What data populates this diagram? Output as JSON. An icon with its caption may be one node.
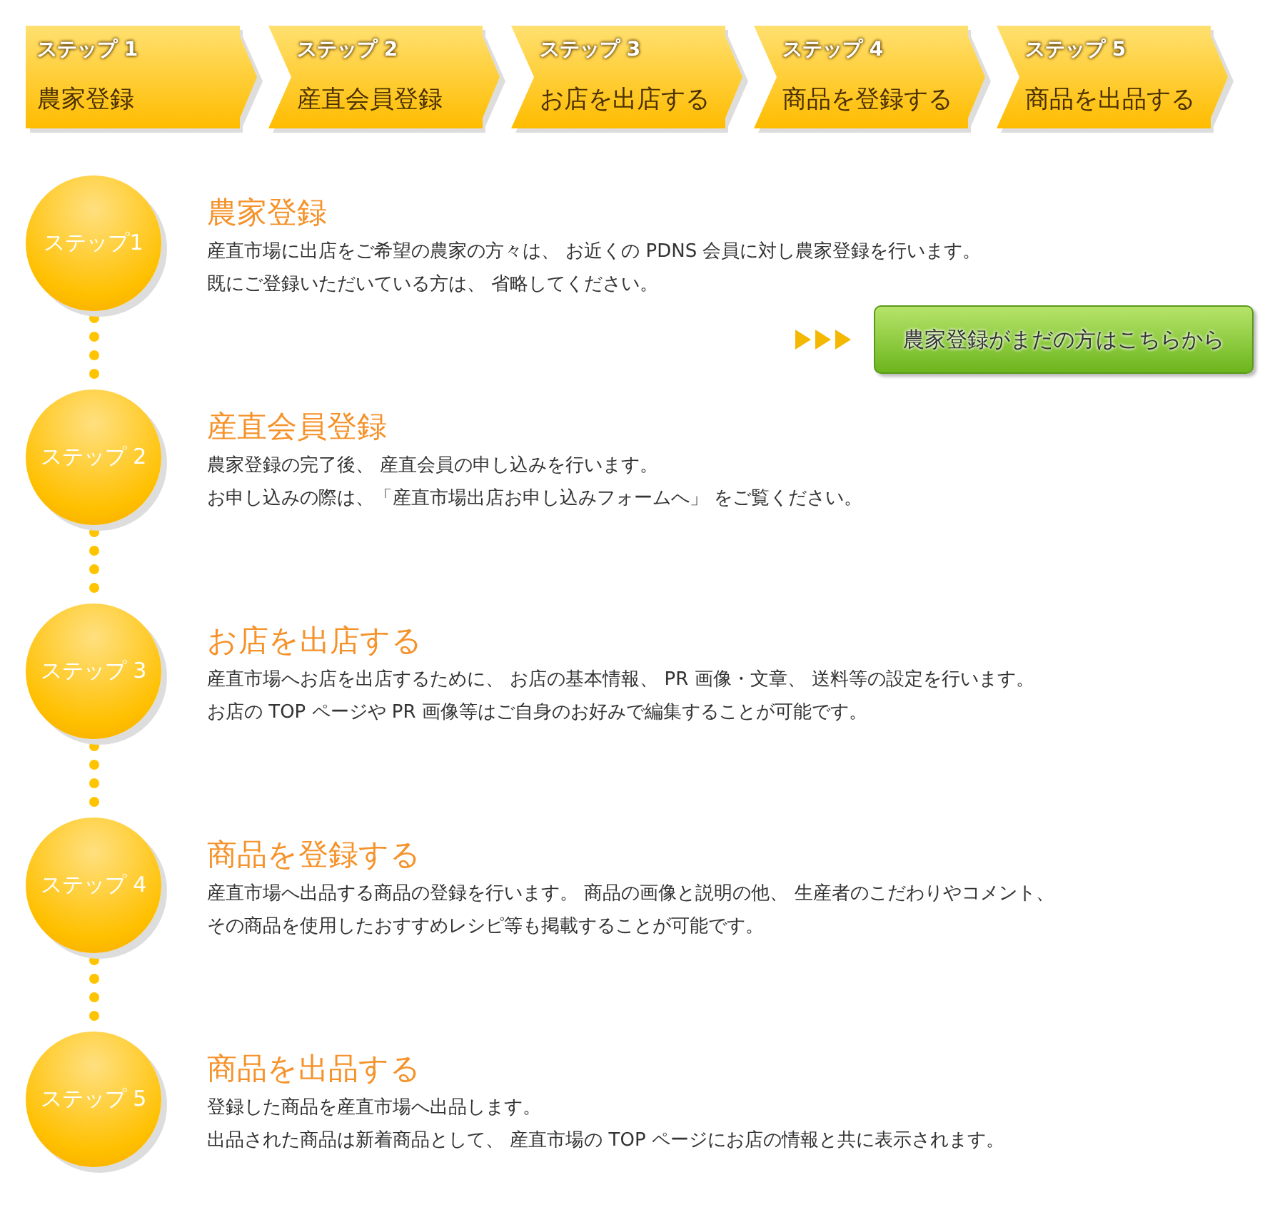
{
  "diagram": {
    "nodes": [
      {
        "text": [
          "ステップ 1",
          "農家登録"
        ]
      },
      {
        "text": [
          "ステップ 2",
          "産直会員登録"
        ]
      },
      {
        "text": [
          "ステップ 3",
          "お店を出店する"
        ]
      },
      {
        "text": [
          "ステップ 4",
          "商品を登録する"
        ]
      },
      {
        "text": [
          "ステップ 5",
          "商品を出品する"
        ]
      },
      {
        "text": [
          "ステップ1"
        ],
        "beside": [
          "農家登録",
          "産直市場に出店をご希望の農家の方々は、 お近くの PDNS 会員に対し農家登録を行います。",
          "既にご登録いただいている方は、 省略してください。"
        ]
      },
      {
        "text": [
          "ステップ 2"
        ],
        "beside": [
          "産直会員登録",
          "農家登録の完了後、 産直会員の申し込みを行います。",
          "お申し込みの際は、「産直市場出店お申し込みフォームへ」 をご覧ください。"
        ]
      },
      {
        "text": [
          "ステップ 3"
        ],
        "beside": [
          "お店を出店する",
          "産直市場へお店を出店するために、 お店の基本情報、 PR 画像・文章、 送料等の設定を行います。",
          "お店の TOP ページや PR 画像等はご自身のお好みで編集することが可能です。"
        ]
      },
      {
        "text": [
          "ステップ 4"
        ],
        "beside": [
          "商品を登録する",
          "産直市場へ出品する商品の登録を行います。 商品の画像と説明の他、 生産者のこだわりやコメント、",
          "その商品を使用したおすすめレシピ等も掲載することが可能です。"
        ]
      },
      {
        "text": [
          "ステップ 5"
        ],
        "beside": [
          "商品を出品する",
          "登録した商品を産直市場へ出品します。",
          "出品された商品は新着商品として、 産直市場の TOP ページにお店の情報と共に表示されます。"
        ]
      },
      {
        "text": [
          "農家登録がまだの方はこちらから"
        ]
      }
    ],
    "edges": [
      {
        "from": 0,
        "to": 1,
        "arrow": "to"
      },
      {
        "from": 1,
        "to": 2,
        "arrow": "to"
      },
      {
        "from": 2,
        "to": 3,
        "arrow": "to"
      },
      {
        "from": 3,
        "to": 4,
        "arrow": "to"
      },
      {
        "from": 5,
        "to": 6,
        "arrow": "none",
        "style": "dashed"
      },
      {
        "from": 6,
        "to": 7,
        "arrow": "none",
        "style": "dashed"
      },
      {
        "from": 7,
        "to": 8,
        "arrow": "none",
        "style": "dashed"
      },
      {
        "from": 8,
        "to": 9,
        "arrow": "none",
        "style": "dashed"
      }
    ]
  }
}
